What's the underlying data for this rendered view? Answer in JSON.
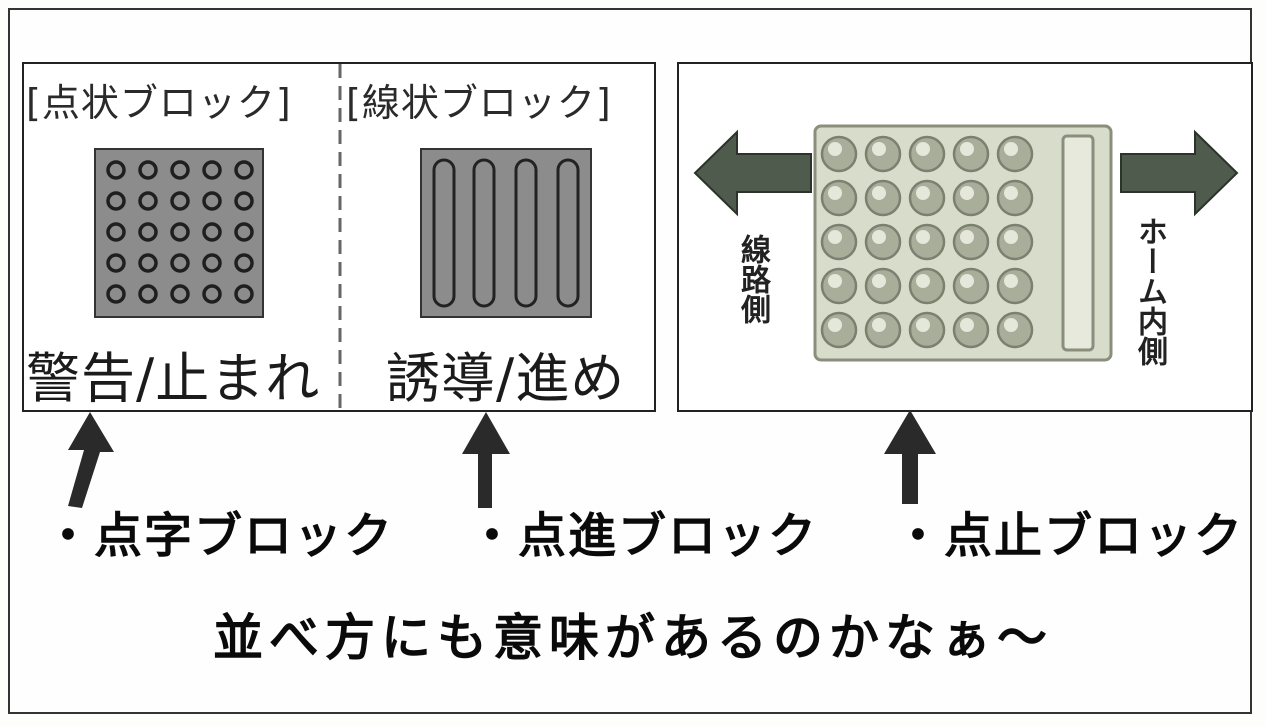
{
  "left_panel": {
    "dot_block": {
      "heading": "[点状ブロック]",
      "meaning": "警告/止まれ"
    },
    "line_block": {
      "heading": "[線状ブロック]",
      "meaning": "誘導/進め"
    }
  },
  "right_panel": {
    "track_side_label": "線路側",
    "platform_side_label": "ホーム内側"
  },
  "captions": [
    "・点字ブロック",
    "・点進ブロック",
    "・点止ブロック"
  ],
  "bottom_text": "並べ方にも意味があるのかなぁ〜",
  "colors": {
    "tile_fill": "#8c8c8c",
    "stud_fill": "#a9ae9a",
    "arrow_dark": "#3a3a3a",
    "arrow_green": "#4f5b4c"
  }
}
